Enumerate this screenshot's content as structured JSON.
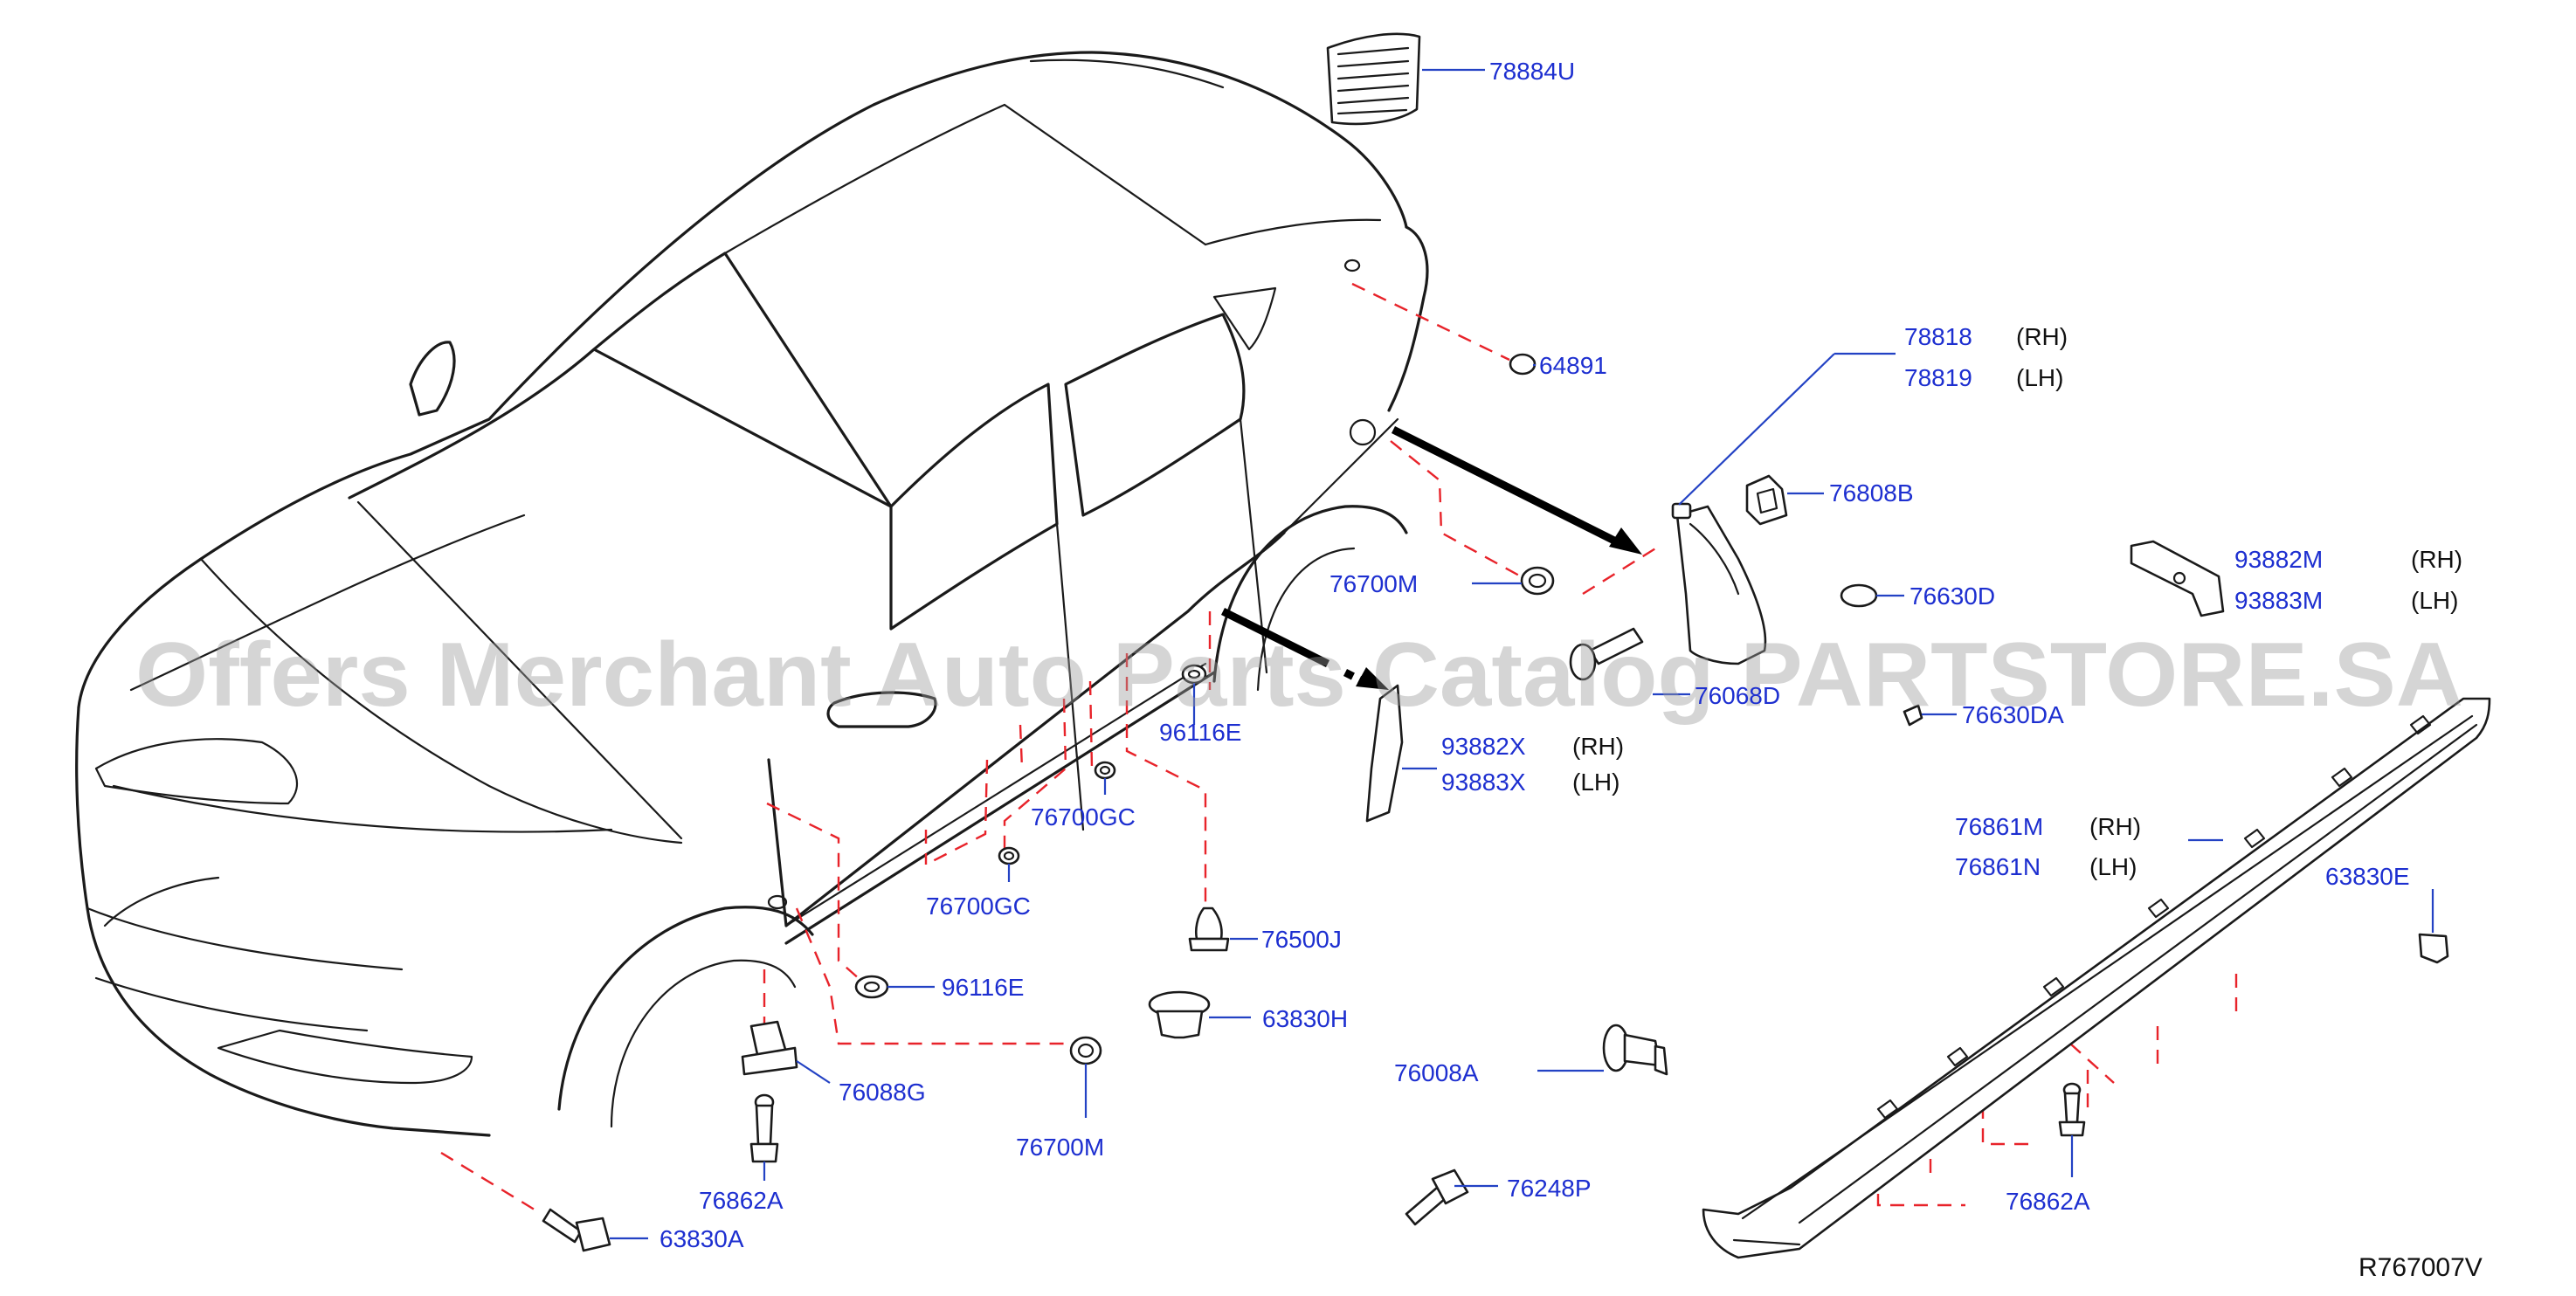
{
  "diagram": {
    "watermark": "Offers Merchant Auto Parts Catalog PARTSTORE.SA",
    "reference_code": "R767007V",
    "callouts": {
      "p78884U": "78884U",
      "p64891": "64891",
      "p78818": "78818",
      "p78818_side": "(RH)",
      "p78819": "78819",
      "p78819_side": "(LH)",
      "p76808B": "76808B",
      "p93882M": "93882M",
      "p93882M_side": "(RH)",
      "p93883M": "93883M",
      "p93883M_side": "(LH)",
      "p76630D": "76630D",
      "p76700M_upper": "76700M",
      "p76068D": "76068D",
      "p76630DA": "76630DA",
      "p96116E_upper": "96116E",
      "p93882X": "93882X",
      "p93882X_side": "(RH)",
      "p93883X": "93883X",
      "p93883X_side": "(LH)",
      "p76700GC_upper": "76700GC",
      "p76861M": "76861M",
      "p76861M_side": "(RH)",
      "p76861N": "76861N",
      "p76861N_side": "(LH)",
      "p63830E": "63830E",
      "p76700GC_lower": "76700GC",
      "p76500J": "76500J",
      "p96116E_lower": "96116E",
      "p63830H": "63830H",
      "p76008A": "76008A",
      "p76088G": "76088G",
      "p76700M_lower": "76700M",
      "p76862A_left": "76862A",
      "p76862A_right": "76862A",
      "p76248P": "76248P",
      "p63830A": "63830A"
    }
  }
}
